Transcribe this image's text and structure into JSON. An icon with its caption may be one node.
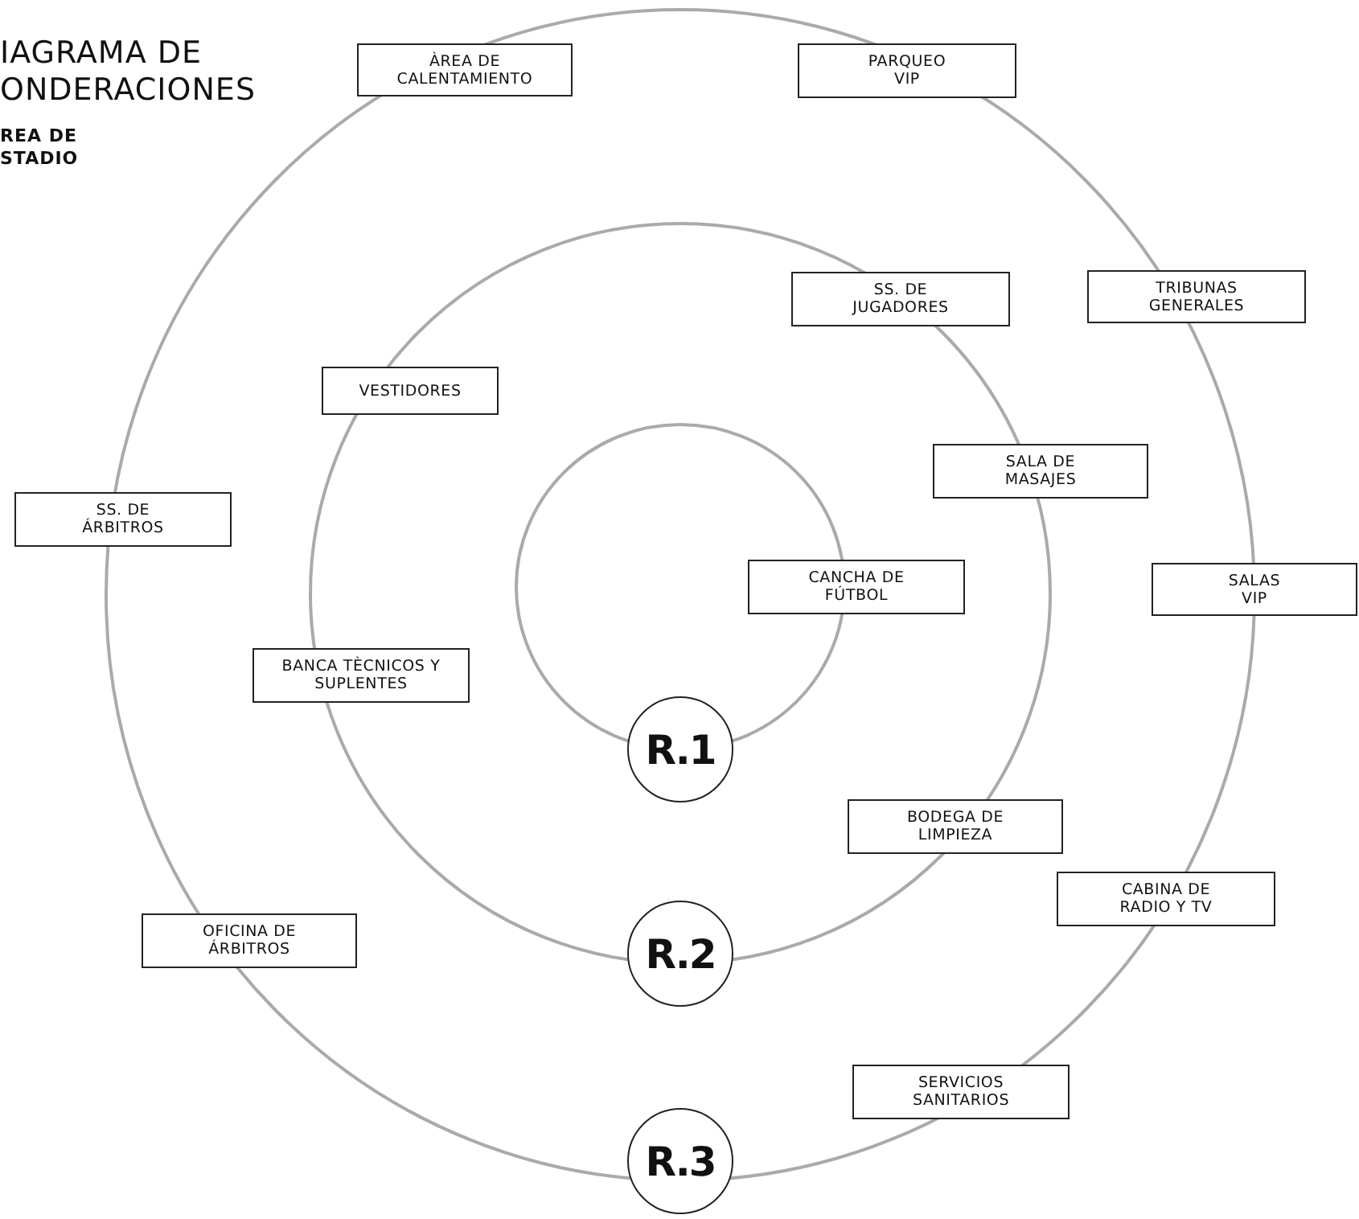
{
  "diagram": {
    "title": "IAGRAMA DE ONDERACIONES",
    "nodes": [
      {
        "text": [
          "ÀREA DE CALENTAMIENTO"
        ]
      },
      {
        "text": [
          "PARQUEO VIP"
        ]
      },
      {
        "text": [
          "SS. DE JUGADORES"
        ]
      },
      {
        "text": [
          "TRIBUNAS GENERALES"
        ]
      },
      {
        "text": [
          "VESTIDORES"
        ]
      },
      {
        "text": [
          "SALA DE MASAJES"
        ]
      },
      {
        "text": [
          "SS. DE ÁRBITROS"
        ]
      },
      {
        "text": [
          "CANCHA DE FÚTBOL"
        ]
      },
      {
        "text": [
          "SALAS VIP"
        ]
      },
      {
        "text": [
          "BANCA TÈCNICOS Y SUPLENTES"
        ]
      },
      {
        "text": [
          "R.1"
        ]
      },
      {
        "text": [
          "BODEGA DE LIMPIEZA"
        ]
      },
      {
        "text": [
          "CABINA DE RADIO Y TV"
        ]
      },
      {
        "text": [
          "OFICINA DE ÁRBITROS"
        ]
      },
      {
        "text": [
          "R.2"
        ]
      },
      {
        "text": [
          "SERVICIOS SANITARIOS"
        ]
      },
      {
        "text": [
          "R.3"
        ]
      }
    ],
    "edges": [],
    "labels": [
      "REA DE STADIO"
    ]
  }
}
